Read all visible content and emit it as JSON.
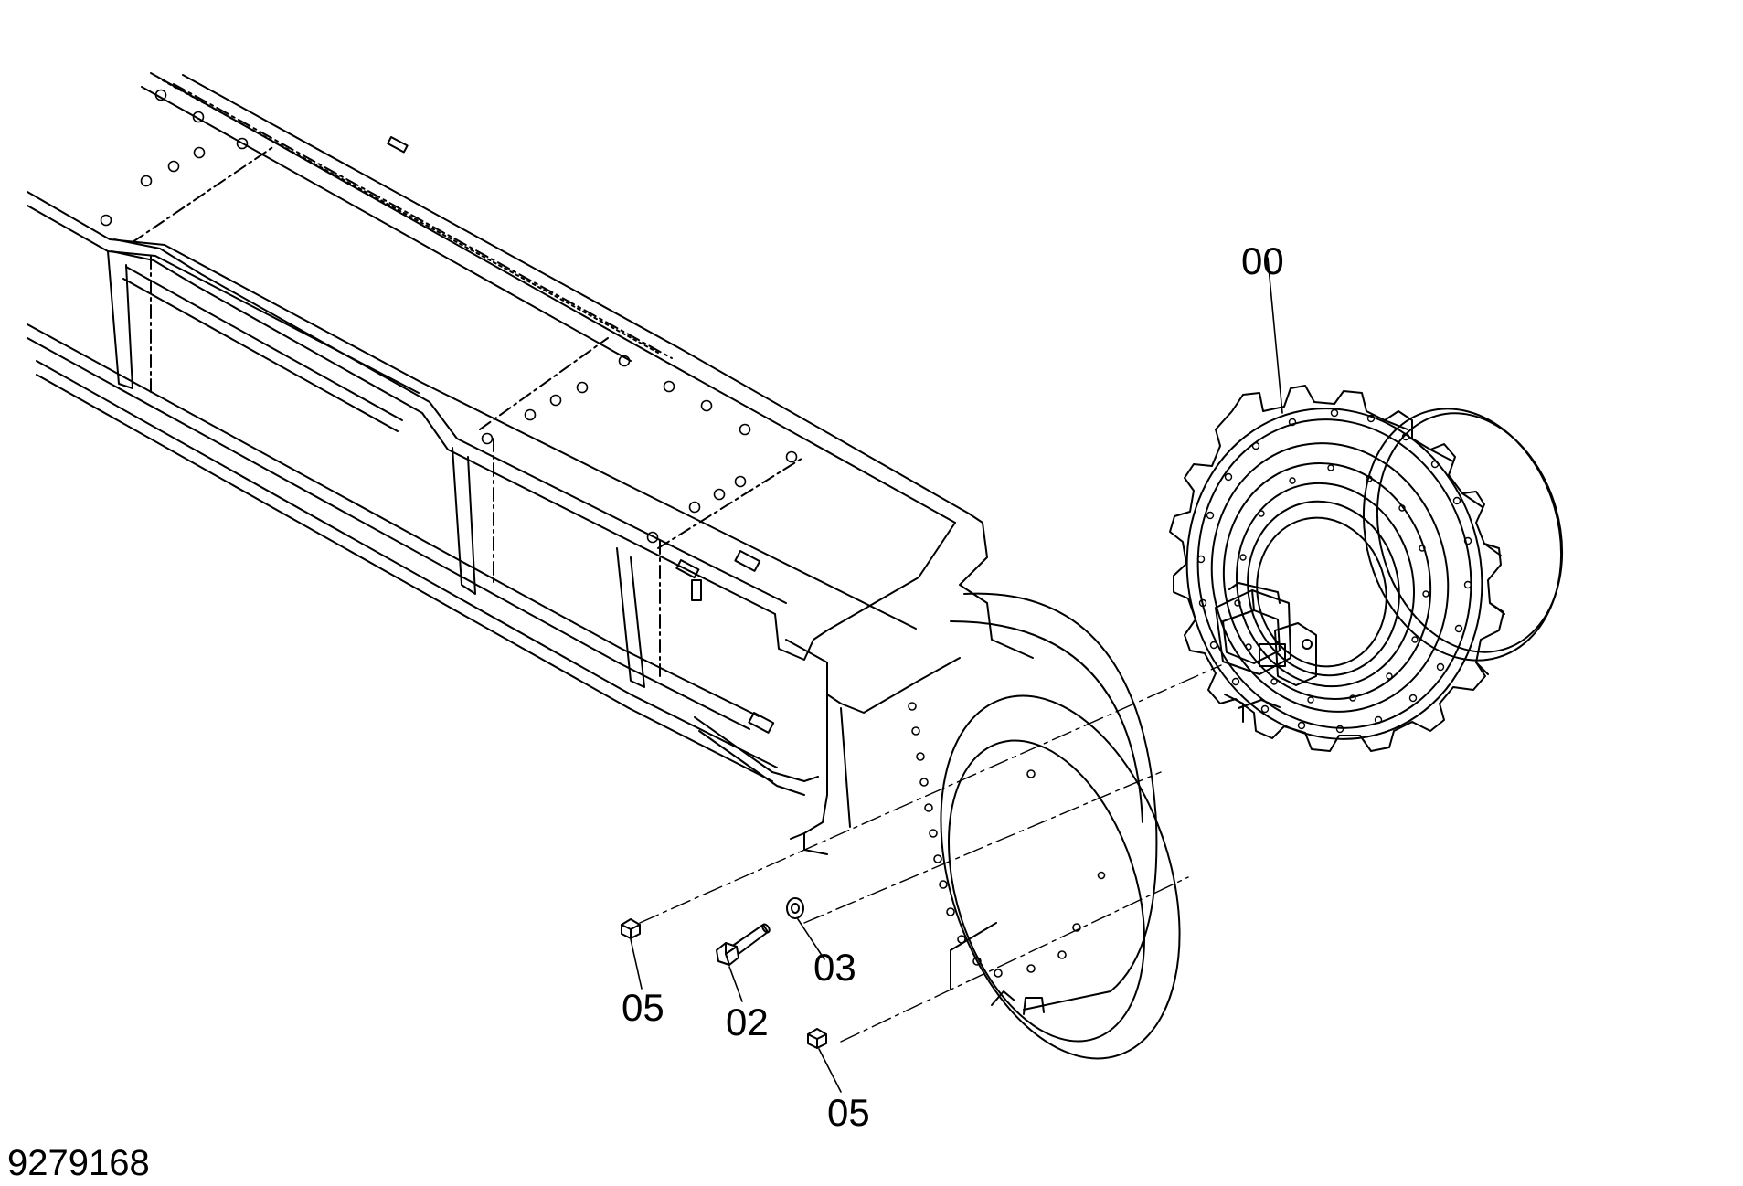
{
  "callouts": {
    "final_drive": "00",
    "bolt": "02",
    "washer": "03",
    "plug_left": "05",
    "plug_right": "05"
  },
  "drawing_number": "9279168",
  "colors": {
    "line": "#000000",
    "background": "#ffffff"
  }
}
